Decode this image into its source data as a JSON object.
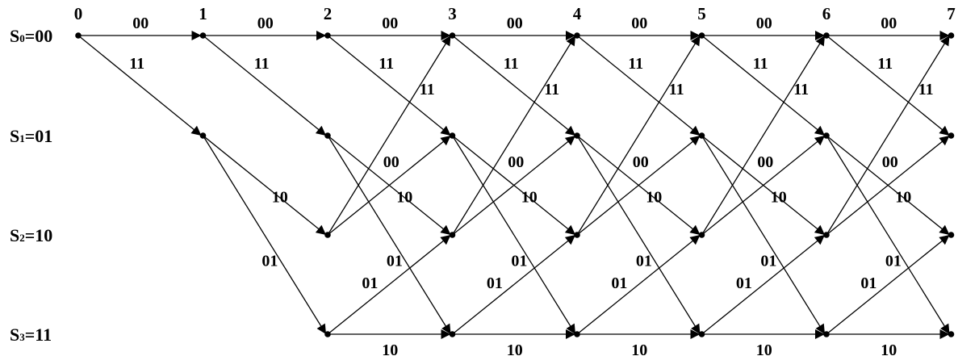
{
  "time_steps": [
    "0",
    "1",
    "2",
    "3",
    "4",
    "5",
    "6",
    "7"
  ],
  "states": [
    {
      "prefix": "S",
      "sub": "0",
      "suffix": "=00"
    },
    {
      "prefix": "S",
      "sub": "1",
      "suffix": "=01"
    },
    {
      "prefix": "S",
      "sub": "2",
      "suffix": "=10"
    },
    {
      "prefix": "S",
      "sub": "3",
      "suffix": "=11"
    }
  ],
  "transitions": [
    {
      "from": "00",
      "to": "00",
      "output": "00"
    },
    {
      "from": "00",
      "to": "01",
      "output": "11"
    },
    {
      "from": "01",
      "to": "10",
      "output": "10"
    },
    {
      "from": "01",
      "to": "11",
      "output": "01"
    },
    {
      "from": "10",
      "to": "00",
      "output": "11"
    },
    {
      "from": "10",
      "to": "01",
      "output": "00"
    },
    {
      "from": "11",
      "to": "10",
      "output": "01"
    },
    {
      "from": "11",
      "to": "11",
      "output": "10"
    }
  ],
  "colors": {
    "line": "#000000",
    "background": "#ffffff"
  }
}
